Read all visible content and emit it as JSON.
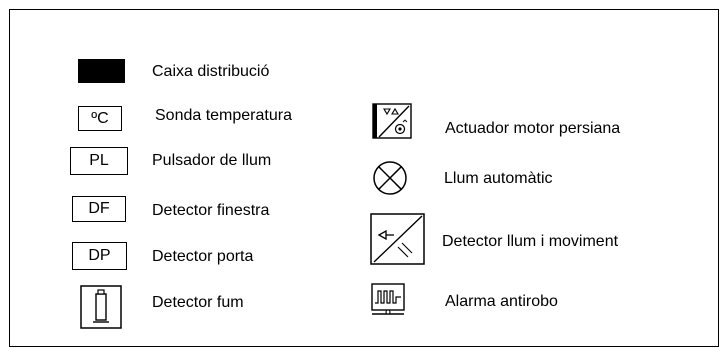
{
  "colors": {
    "line": "#000000",
    "background": "#ffffff",
    "distribution_box_fill": "#000000"
  },
  "legend": {
    "left": [
      {
        "symbol_icon": "filled-rectangle-icon",
        "label": "Caixa distribució"
      },
      {
        "symbol_icon": "temperature-box-icon",
        "symbol_text": "ºC",
        "label": "Sonda temperatura"
      },
      {
        "symbol_icon": "light-button-box-icon",
        "symbol_text": "PL",
        "label": "Pulsador de llum"
      },
      {
        "symbol_icon": "window-detector-box-icon",
        "symbol_text": "DF",
        "label": "Detector finestra"
      },
      {
        "symbol_icon": "door-detector-box-icon",
        "symbol_text": "DP",
        "label": "Detector porta"
      },
      {
        "symbol_icon": "smoke-detector-icon",
        "label": "Detector fum"
      }
    ],
    "right": [
      {
        "symbol_icon": "blind-motor-actuator-icon",
        "label": "Actuador motor persiana"
      },
      {
        "symbol_icon": "circle-cross-lamp-icon",
        "label": "Llum automàtic"
      },
      {
        "symbol_icon": "light-motion-detector-icon",
        "label": "Detector llum i moviment"
      },
      {
        "symbol_icon": "anti-theft-alarm-icon",
        "label": "Alarma antirobo"
      }
    ]
  }
}
